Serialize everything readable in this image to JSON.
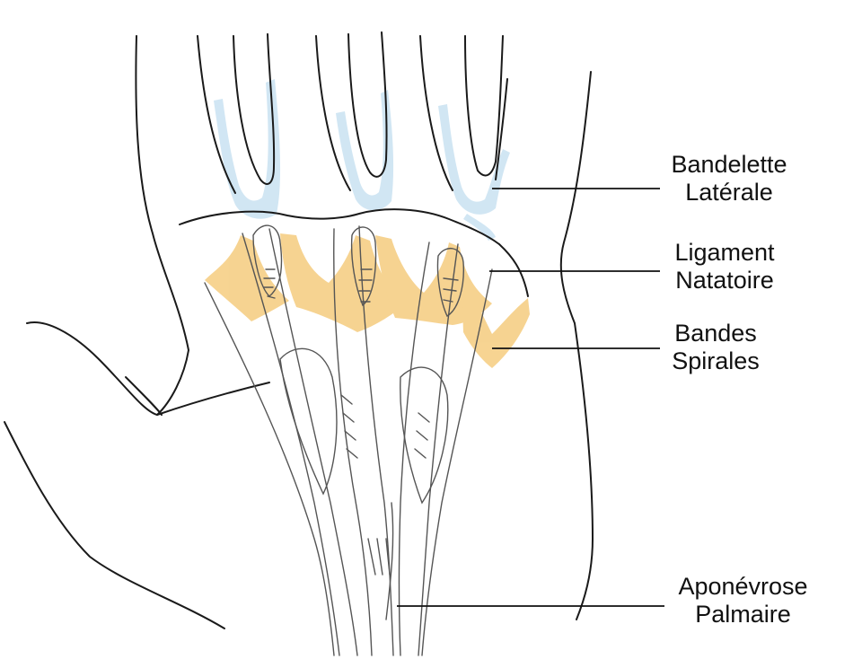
{
  "labels": {
    "bandelette_laterale": {
      "line1": "Bandelette",
      "line2": "Latérale"
    },
    "ligament_natatoire": {
      "line1": "Ligament",
      "line2": "Natatoire"
    },
    "bandes_spirales": {
      "line1": "Bandes",
      "line2": "Spirales"
    },
    "aponevrose_palmaire": {
      "line1": "Aponévrose",
      "line2": "Palmaire"
    }
  },
  "colors": {
    "outline": "#1a1a1a",
    "fiber": "#555555",
    "lateral_band": "#c9e2f2",
    "spiral_band": "#f6cf86",
    "label_text": "#111111",
    "leader_line": "#111111"
  }
}
